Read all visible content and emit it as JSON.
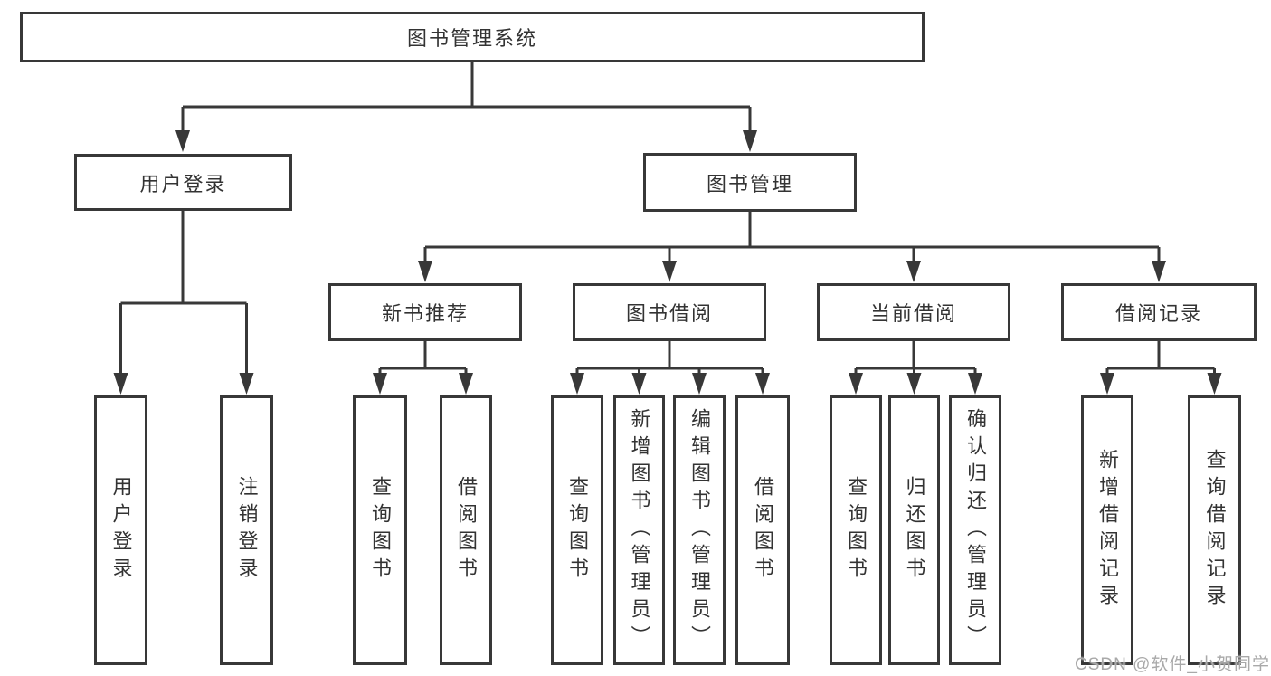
{
  "diagram_title": "图书管理系统",
  "colors": {
    "line": "#383838",
    "text": "#333333",
    "box_background": "#ffffff",
    "watermark": "#a9a9a9"
  },
  "root": {
    "label": "图书管理系统"
  },
  "branches": [
    {
      "label": "用户登录",
      "children": [
        {
          "label": "用户登录"
        },
        {
          "label": "注销登录"
        }
      ]
    },
    {
      "label": "图书管理",
      "groups": [
        {
          "label": "新书推荐",
          "children": [
            {
              "label": "查询图书"
            },
            {
              "label": "借阅图书"
            }
          ]
        },
        {
          "label": "图书借阅",
          "children": [
            {
              "label": "查询图书"
            },
            {
              "label": "新增图书（管理员）"
            },
            {
              "label": "编辑图书（管理员）"
            },
            {
              "label": "借阅图书"
            }
          ]
        },
        {
          "label": "当前借阅",
          "children": [
            {
              "label": "查询图书"
            },
            {
              "label": "归还图书"
            },
            {
              "label": "确认归还（管理员）"
            }
          ]
        },
        {
          "label": "借阅记录",
          "children": [
            {
              "label": "新增借阅记录"
            },
            {
              "label": "查询借阅记录"
            }
          ]
        }
      ]
    }
  ],
  "watermark": "CSDN @软件_小贺同学"
}
